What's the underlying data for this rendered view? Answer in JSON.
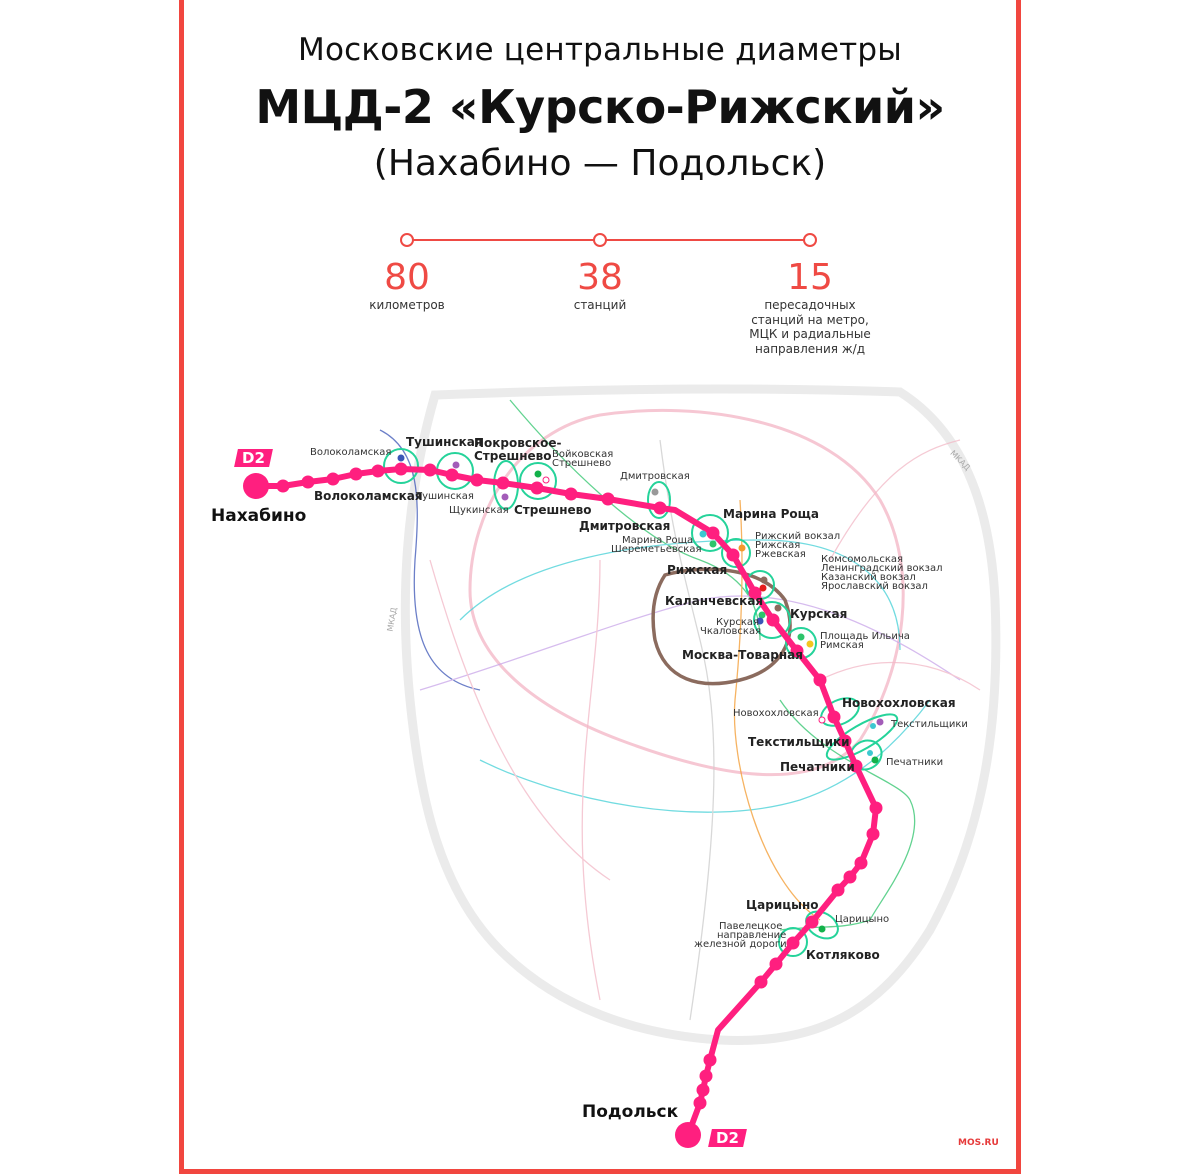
{
  "header": {
    "subtitle": "Московские центральные диаметры",
    "title": "МЦД-2 «Курско-Рижский»",
    "route": "(Нахабино — Подольск)"
  },
  "stats": [
    {
      "value": "80",
      "label": "километров"
    },
    {
      "value": "38",
      "label": "станций"
    },
    {
      "value": "15",
      "label_lines": [
        "пересадочных",
        "станций на метро,",
        "МЦК и радиальные",
        "направления ж/д"
      ]
    }
  ],
  "colors": {
    "accent": "#f1463f",
    "line_d2": "#ff1f7f",
    "transfer": "#25d39a"
  },
  "badges": {
    "start": "D2",
    "end": "D2"
  },
  "terminals": {
    "start": "Нахабино",
    "end": "Подольск"
  },
  "stations": {
    "volokolamskaya": "Волоколамская",
    "tushinskaya": "Тушинская",
    "pokrovskoe_1": "Покровское-",
    "pokrovskoe_2": "Стрешнево",
    "streshnevo": "Стрешнево",
    "dmitrovskaya": "Дмитровская",
    "marina_roshcha": "Марина Роща",
    "rizhskaya": "Рижская",
    "kalanchevskaya": "Каланчевская",
    "kurskaya": "Курская",
    "moskva_tovarnaya": "Москва-Товарная",
    "novokhokhlovskaya": "Новохохловская",
    "tekstilshchiki": "Текстильщики",
    "pechatniki": "Печатники",
    "tsaritsyno": "Царицыно",
    "kotlyakovo": "Котляково"
  },
  "transfers": {
    "volokolamskaya": "Волоколамская",
    "tushinskaya": "Тушинская",
    "shchukinskaya": "Щукинская",
    "voykovskaya": "Войковская",
    "streshnevo": "Стрешнево",
    "dmitrovskaya": "Дмитровская",
    "marina_roshcha": "Марина Роща",
    "sheremetyevskaya": "Шереметьевская",
    "rizhsky_vokzal": "Рижский вокзал",
    "rizhskaya": "Рижская",
    "rzhevskaya": "Ржевская",
    "komsomolskaya": "Комсомольская",
    "leningradsky": "Ленинградский вокзал",
    "kazansky": "Казанский вокзал",
    "yaroslavsky": "Ярославский вокзал",
    "kurskaya": "Курская",
    "chkalovskaya": "Чкаловская",
    "ilyicha": "Площадь Ильича",
    "rimskaya": "Римская",
    "novokhokhlovskaya": "Новохохловская",
    "tekstilshchiki": "Текстильщики",
    "pechatniki": "Печатники",
    "tsaritsyno": "Царицыно",
    "paveletsky_1": "Павелецкое",
    "paveletsky_2": "направление",
    "paveletsky_3": "железной дороги"
  },
  "mkad_label": "МКАД",
  "footer": {
    "brand": "MOS.RU"
  }
}
